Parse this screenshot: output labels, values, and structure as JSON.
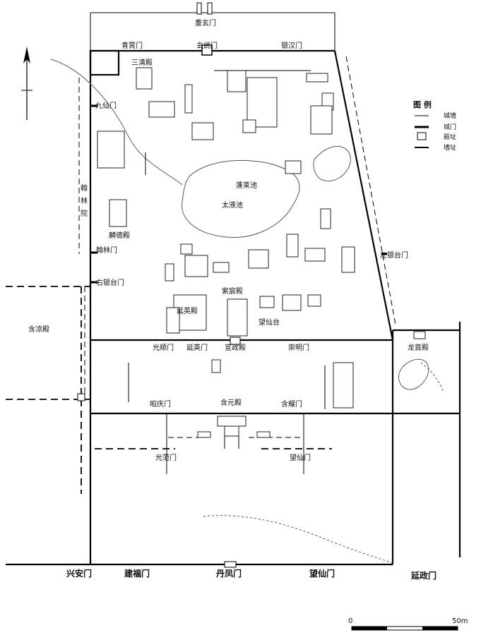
{
  "map": {
    "top_gate": "重玄门",
    "north_gates": [
      "青霄门",
      "玄武门",
      "银汉门"
    ],
    "south_gates": [
      "兴安门",
      "建福门",
      "丹凤门",
      "望仙门",
      "延政门"
    ],
    "west_gates": [
      "九仙门",
      "翰林门",
      "右银台门"
    ],
    "east_gates": [
      "左银台门"
    ],
    "inner_gates": [
      "光顺门",
      "延英门",
      "宣政殿",
      "崇明门",
      "昭庆门",
      "含耀门",
      "光范门",
      "望仙门"
    ],
    "halls": {
      "sanqing": "三清殿",
      "hanlin_yuan": "翰林院",
      "linde": "麟德殿",
      "penglai_chi": "蓬莱池",
      "taiye_chi": "太液池",
      "zichen": "紫宸殿",
      "yanying_dian": "延英殿",
      "wangxian_tai": "望仙台",
      "hanyuan": "含元殿",
      "hanliang": "含凉殿",
      "longshou": "龙首殿"
    },
    "legend": {
      "title": "图  例",
      "items": [
        "城墙",
        "城门",
        "殿址",
        "墙址"
      ]
    },
    "scale": {
      "zero": "0",
      "end": "50m"
    },
    "north_arrow": "north-arrow-icon"
  }
}
